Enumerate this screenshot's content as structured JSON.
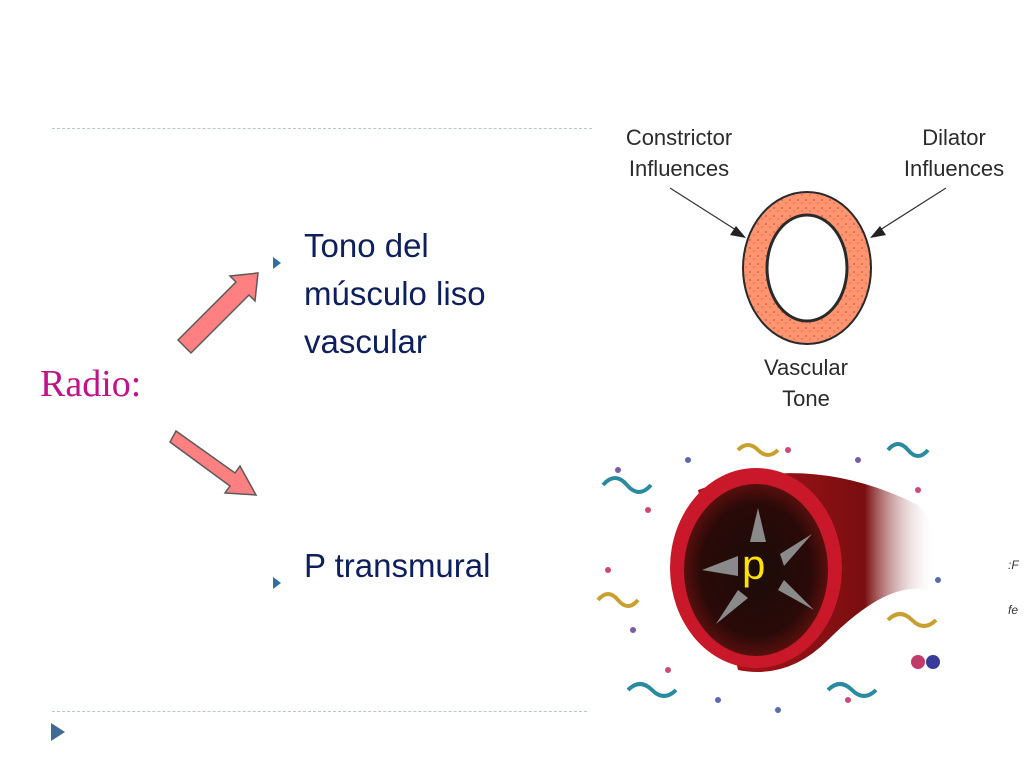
{
  "radio": {
    "label": "Radio:"
  },
  "bullets": [
    {
      "text": "Tono del\nmúsculo liso\nvascular"
    },
    {
      "text": "P transmural"
    }
  ],
  "tone_figure": {
    "constrictor_label": "Constrictor\nInfluences",
    "dilator_label": "Dilator\nInfluences",
    "tone_label": "Vascular\nTone"
  },
  "vessel_figure": {
    "pressure_label": "p"
  },
  "side_fragments": {
    "first": ":F",
    "second": "fe"
  },
  "colors": {
    "radio_text": "#c0128a",
    "bullet_text": "#0d1f5c",
    "bullet_marker": "#2f6fa5",
    "arrow_fill": "#ff8080",
    "arrow_stroke": "#5a5a5a",
    "vessel_wall": "#ff9470",
    "pressure_text": "#ffe100"
  }
}
